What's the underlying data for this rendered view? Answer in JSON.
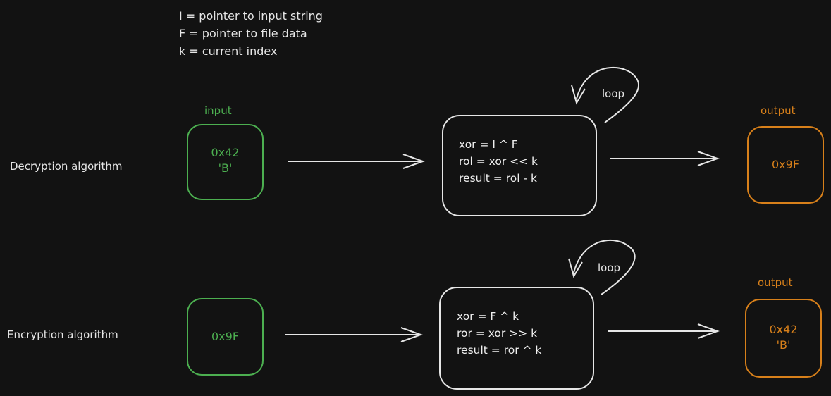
{
  "legend": [
    "I = pointer to input string",
    "F = pointer to file data",
    "k = current index"
  ],
  "decryption": {
    "row_label": "Decryption algorithm",
    "input_label": "input",
    "input_lines": [
      "0x42",
      "'B'"
    ],
    "code_lines": [
      "xor = I ^ F",
      "rol = xor << k",
      "result = rol - k"
    ],
    "loop_label": "loop",
    "output_label": "output",
    "output_lines": [
      "0x9F"
    ]
  },
  "encryption": {
    "row_label": "Encryption algorithm",
    "input_lines": [
      "0x9F"
    ],
    "code_lines": [
      "xor = F ^ k",
      "ror = xor >> k",
      "result = ror ^ k"
    ],
    "loop_label": "loop",
    "output_label": "output",
    "output_lines": [
      "0x42",
      "'B'"
    ]
  },
  "colors": {
    "background": "#121212",
    "input_green": "#4caf50",
    "output_orange": "#d8801a",
    "stroke": "#e6e6e6"
  }
}
